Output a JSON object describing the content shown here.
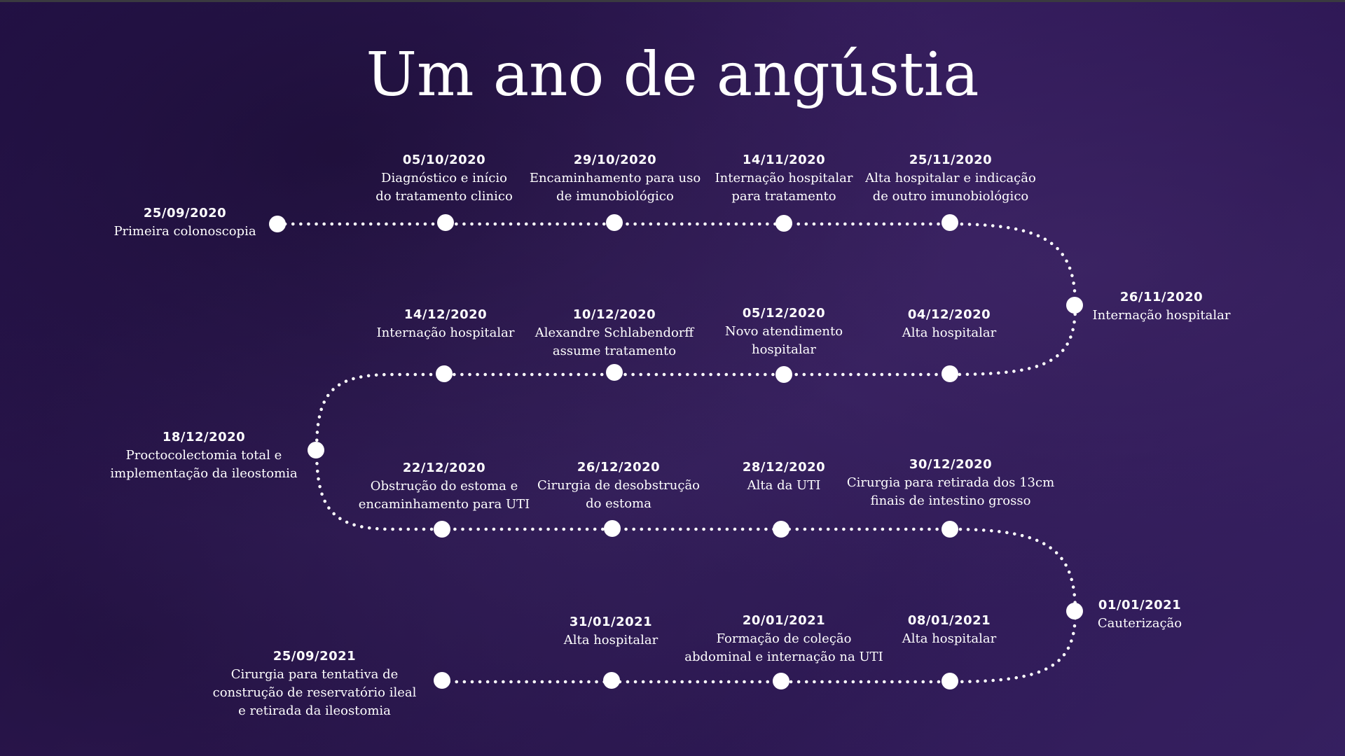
{
  "title": "Um ano de angústia",
  "events": [
    {
      "date": "25/09/2020",
      "desc": "Primeira colonoscopia"
    },
    {
      "date": "05/10/2020",
      "desc": "Diagnóstico e início\ndo tratamento clinico"
    },
    {
      "date": "29/10/2020",
      "desc": "Encaminhamento para uso\nde imunobiológico"
    },
    {
      "date": "14/11/2020",
      "desc": "Internação hospitalar\npara tratamento"
    },
    {
      "date": "25/11/2020",
      "desc": "Alta hospitalar e indicação\nde outro imunobiológico"
    },
    {
      "date": "26/11/2020",
      "desc": "Internação hospitalar"
    },
    {
      "date": "04/12/2020",
      "desc": "Alta hospitalar"
    },
    {
      "date": "05/12/2020",
      "desc": "Novo atendimento\nhospitalar"
    },
    {
      "date": "10/12/2020",
      "desc": "Alexandre Schlabendorff\nassume tratamento"
    },
    {
      "date": "14/12/2020",
      "desc": "Internação hospitalar"
    },
    {
      "date": "18/12/2020",
      "desc": "Proctocolectomia total e\nimplementação da ileostomia"
    },
    {
      "date": "22/12/2020",
      "desc": "Obstrução do estoma e\nencaminhamento para UTI"
    },
    {
      "date": "26/12/2020",
      "desc": "Cirurgia de desobstrução\ndo estoma"
    },
    {
      "date": "28/12/2020",
      "desc": "Alta da UTI"
    },
    {
      "date": "30/12/2020",
      "desc": "Cirurgia para retirada dos 13cm\nfinais de intestino grosso"
    },
    {
      "date": "01/01/2021",
      "desc": "Cauterização"
    },
    {
      "date": "08/01/2021",
      "desc": "Alta hospitalar"
    },
    {
      "date": "20/01/2021",
      "desc": "Formação de coleção\nabdominal e internação na UTI"
    },
    {
      "date": "31/01/2021",
      "desc": "Alta hospitalar"
    },
    {
      "date": "25/09/2021",
      "desc": "Cirurgia para tentativa de\nconstrução de reservatório ileal\ne retirada da ileostomia"
    }
  ]
}
